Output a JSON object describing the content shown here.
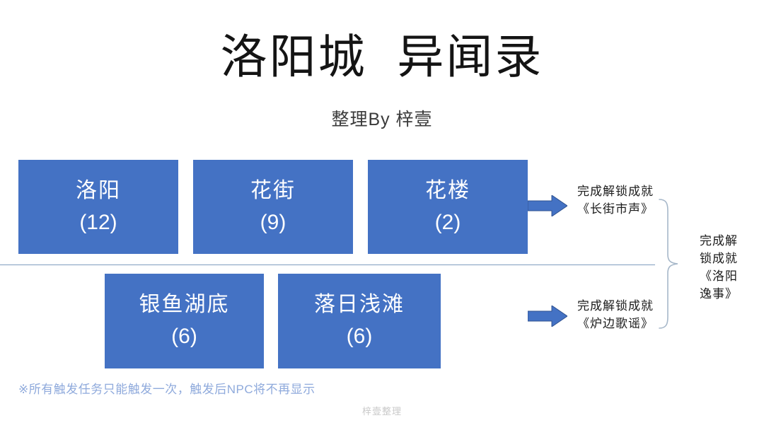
{
  "header": {
    "title": "洛阳城  异闻录",
    "subtitle": "整理By 梓壹"
  },
  "colors": {
    "box_fill": "#4472C4",
    "box_text": "#FFFFFF",
    "arrow_fill": "#4472C4",
    "arrow_stroke": "#2F528F",
    "divider": "#7F9DBE",
    "footnote": "#8FAADC",
    "brace": "#A6B7C9",
    "watermark": "#C9C9C9",
    "title_text": "#141414"
  },
  "row_top": {
    "nodes": [
      {
        "label": "洛阳",
        "count": "(12)"
      },
      {
        "label": "花街",
        "count": "(9)"
      },
      {
        "label": "花楼",
        "count": "(2)"
      }
    ]
  },
  "row_bottom": {
    "nodes": [
      {
        "label": "银鱼湖底",
        "count": "(6)"
      },
      {
        "label": "落日浅滩",
        "count": "(6)"
      }
    ]
  },
  "annotations": {
    "top": "完成解锁成就\n《长街市声》",
    "bottom": "完成解锁成就\n《炉边歌谣》",
    "final": "完成解\n锁成就\n《洛阳\n逸事》"
  },
  "footnote": "※所有触发任务只能触发一次，触发后NPC将不再显示",
  "watermark": "梓壹整理",
  "icons": {
    "arrow_right": "right-arrow-icon",
    "brace": "curly-brace-icon"
  }
}
